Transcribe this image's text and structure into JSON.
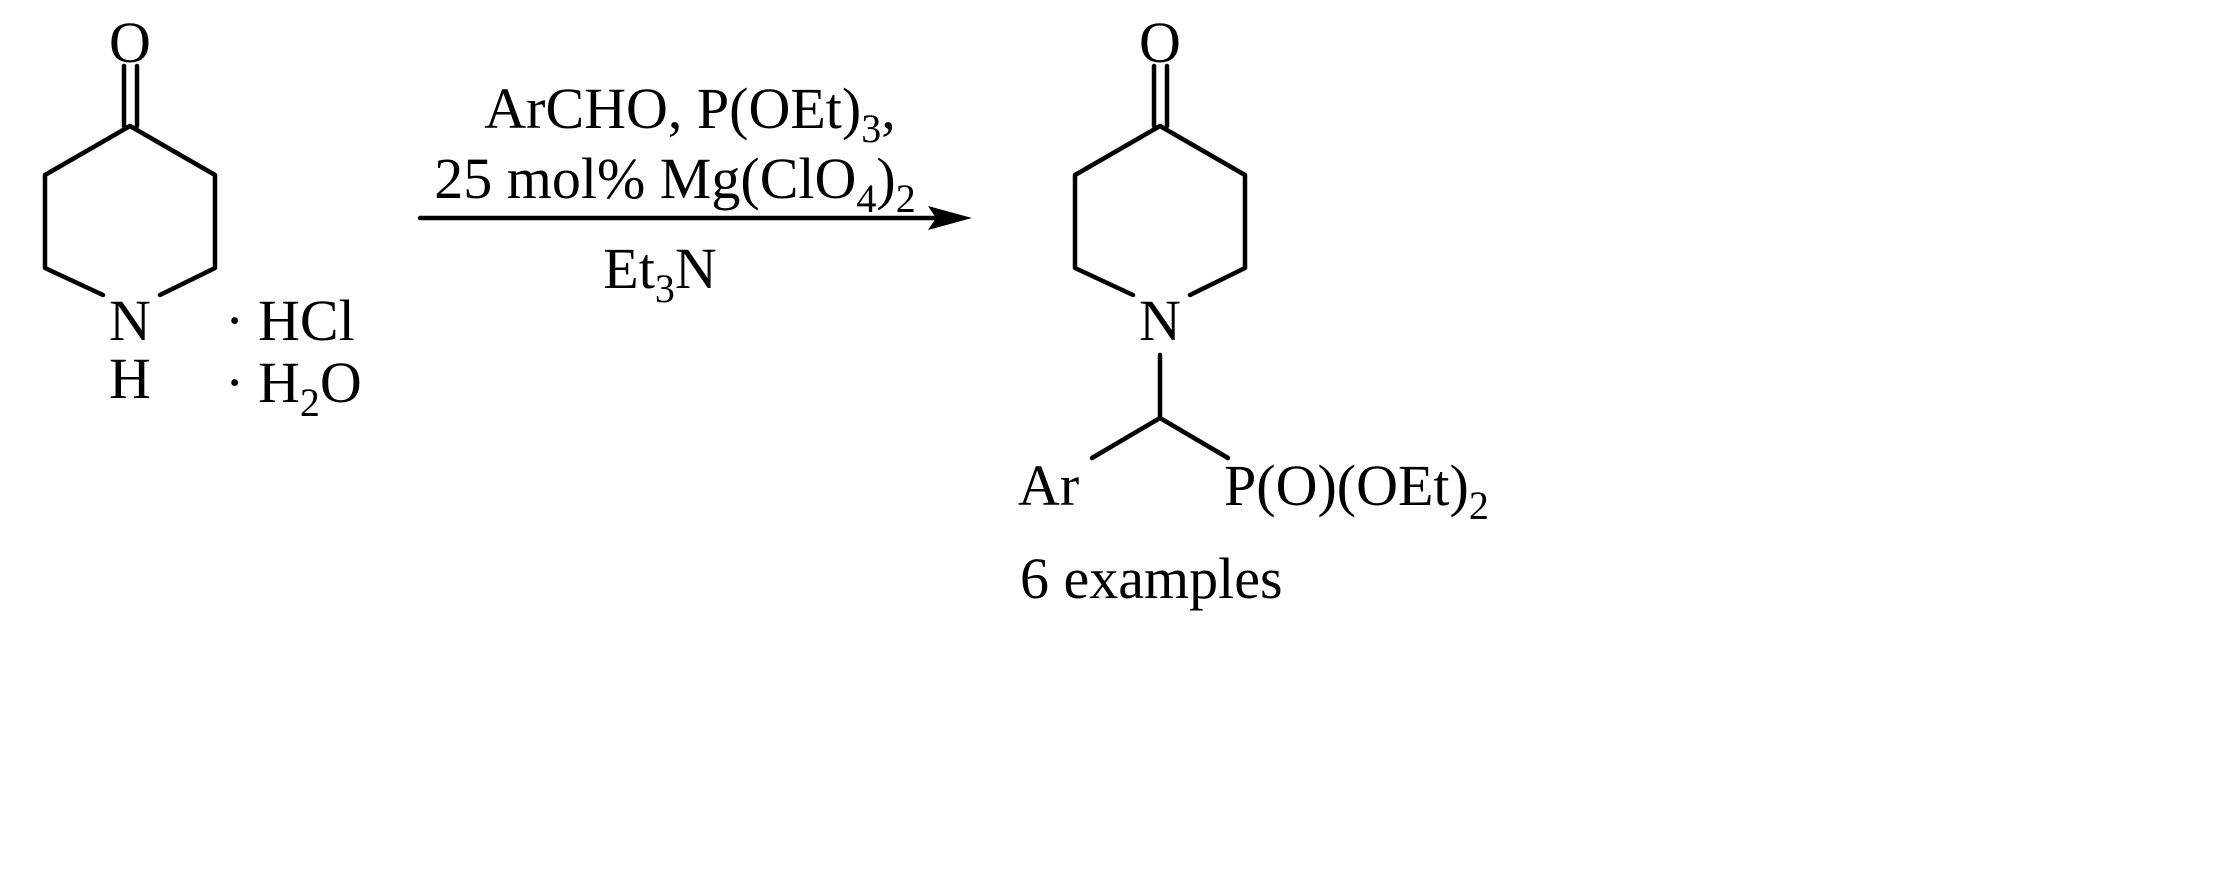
{
  "reactant": {
    "carbonyl_O": "O",
    "ring_N": "N",
    "ring_H": "H",
    "salt_dot": "·",
    "salt_HCl": "HCl",
    "hydrate_H": "H",
    "hydrate_sub": "2",
    "hydrate_O": "O"
  },
  "conditions": {
    "line1_main": "ArCHO, P(OEt)",
    "line1_sub": "3",
    "line1_end": ",",
    "line2_main": "25 mol% Mg(ClO",
    "line2_sub": "4",
    "line2_mid": ")",
    "line2_sub2": "2",
    "line3_main": "Et",
    "line3_sub": "3",
    "line3_end": "N"
  },
  "product": {
    "carbonyl_O": "O",
    "ring_N": "N",
    "aryl": "Ar",
    "phosphonate_main": "P(O)(OEt)",
    "phosphonate_sub": "2",
    "examples": "6 examples"
  }
}
